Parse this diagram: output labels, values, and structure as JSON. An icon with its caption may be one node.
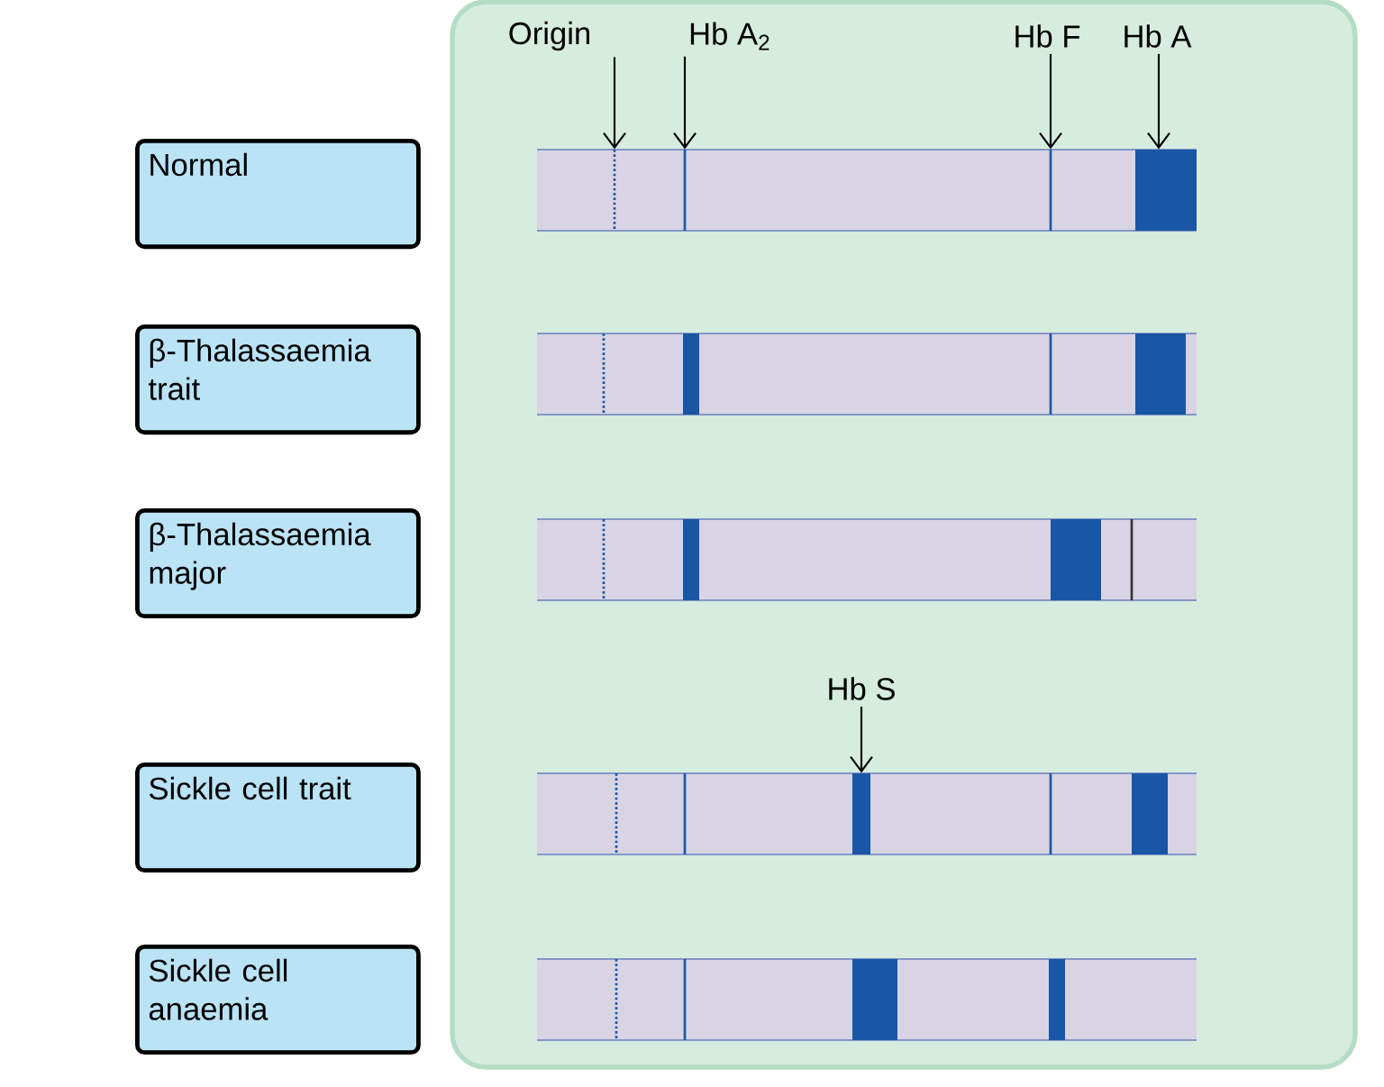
{
  "diagram": {
    "nodes": [
      {
        "text": [
          "Origin"
        ]
      },
      {
        "text": [
          "Hb A$_{2}$"
        ]
      },
      {
        "text": [
          "Hb F"
        ]
      },
      {
        "text": [
          "Hb A"
        ]
      },
      {
        "text": [
          "Normal"
        ]
      },
      {
        "text": [],
        "shape": "bar"
      },
      {
        "text": [
          "β-Thalassaemia trait"
        ]
      },
      {
        "text": [],
        "shape": "bar"
      },
      {
        "text": [
          "β-Thalassaemia major"
        ]
      },
      {
        "text": [],
        "shape": "bar"
      },
      {
        "text": [
          "Hb S"
        ]
      },
      {
        "text": [
          "Sickle cell trait"
        ]
      },
      {
        "text": [],
        "shape": "bar"
      },
      {
        "text": [
          "Sickle cell anaemia"
        ]
      },
      {
        "text": [],
        "shape": "bar"
      }
    ],
    "edges": [
      {
        "from": 0,
        "to": 5,
        "arrow": "to"
      },
      {
        "from": 1,
        "to": 5,
        "arrow": "to"
      },
      {
        "from": 2,
        "to": 5,
        "arrow": "to"
      },
      {
        "from": 3,
        "to": 5,
        "arrow": "to"
      },
      {
        "from": 10,
        "to": 12,
        "arrow": "to"
      }
    ]
  }
}
